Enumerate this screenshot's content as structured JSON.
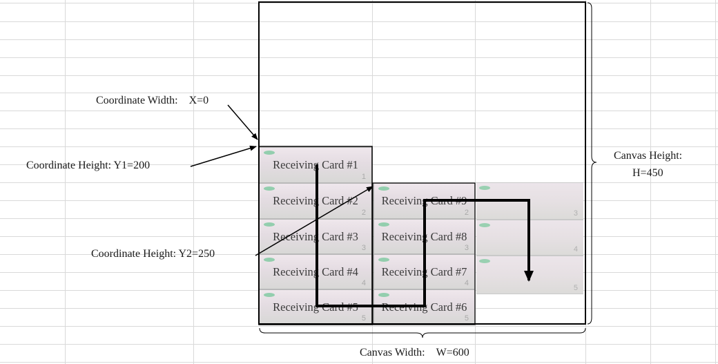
{
  "labels": {
    "coord_width": "Coordinate Width:　X=0",
    "coord_height_y1": "Coordinate Height: Y1=200",
    "coord_height_y2": "Coordinate Height: Y2=250",
    "canvas_height_line1": "Canvas Height:",
    "canvas_height_line2": "H=450",
    "canvas_width": "Canvas Width:　W=600"
  },
  "cards": [
    {
      "label": "Receiving Card #1",
      "num": "1"
    },
    {
      "label": "Receiving Card #2",
      "num": "2"
    },
    {
      "label": "Receiving Card #3",
      "num": "3"
    },
    {
      "label": "Receiving Card #4",
      "num": "4"
    },
    {
      "label": "Receiving Card #5",
      "num": "5"
    },
    {
      "label": "Receiving Card #6",
      "num": "5"
    },
    {
      "label": "Receiving Card #7",
      "num": "4"
    },
    {
      "label": "Receiving Card #8",
      "num": "3"
    },
    {
      "label": "Receiving Card #9",
      "num": "2"
    }
  ],
  "extra_modules": [
    {
      "num": "3"
    },
    {
      "num": "4"
    },
    {
      "num": "5"
    }
  ],
  "colors": {
    "gridline": "#d9d9d9",
    "frame": "#000000",
    "arrow": "#000000"
  }
}
